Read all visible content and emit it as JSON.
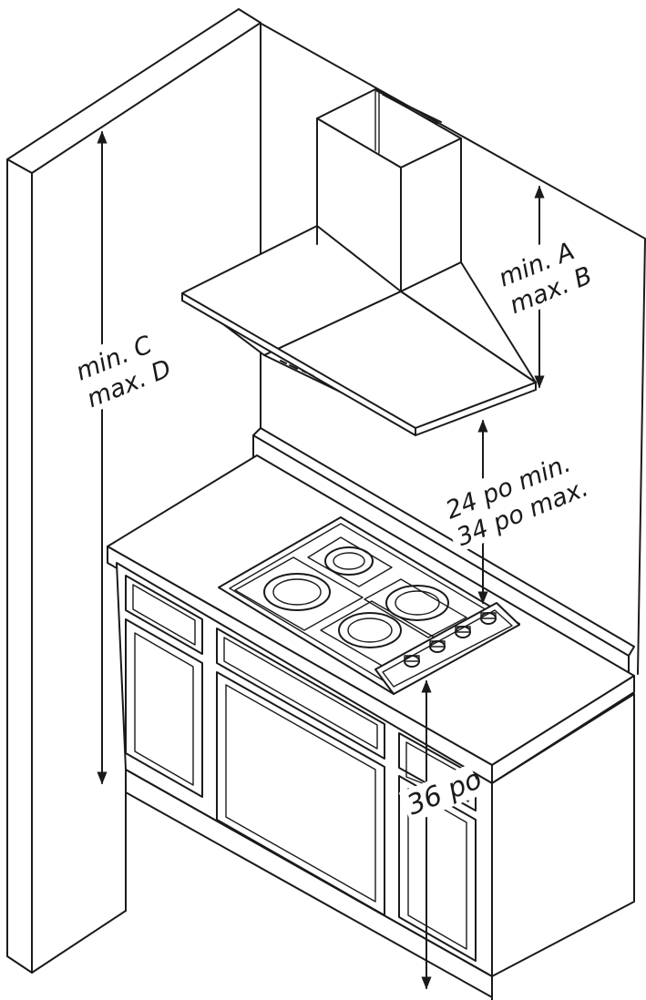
{
  "labels": {
    "hood": {
      "line1": "min.  A",
      "line2": "max. B"
    },
    "ceiling": {
      "line1": "min.  C",
      "line2": "max. D"
    },
    "clearance": {
      "line1": "24 po min.",
      "line2": "34 po max."
    },
    "counter": {
      "line1": "36 po"
    }
  },
  "colors": {
    "ink": "#1a1a1a",
    "paper": "#ffffff"
  }
}
